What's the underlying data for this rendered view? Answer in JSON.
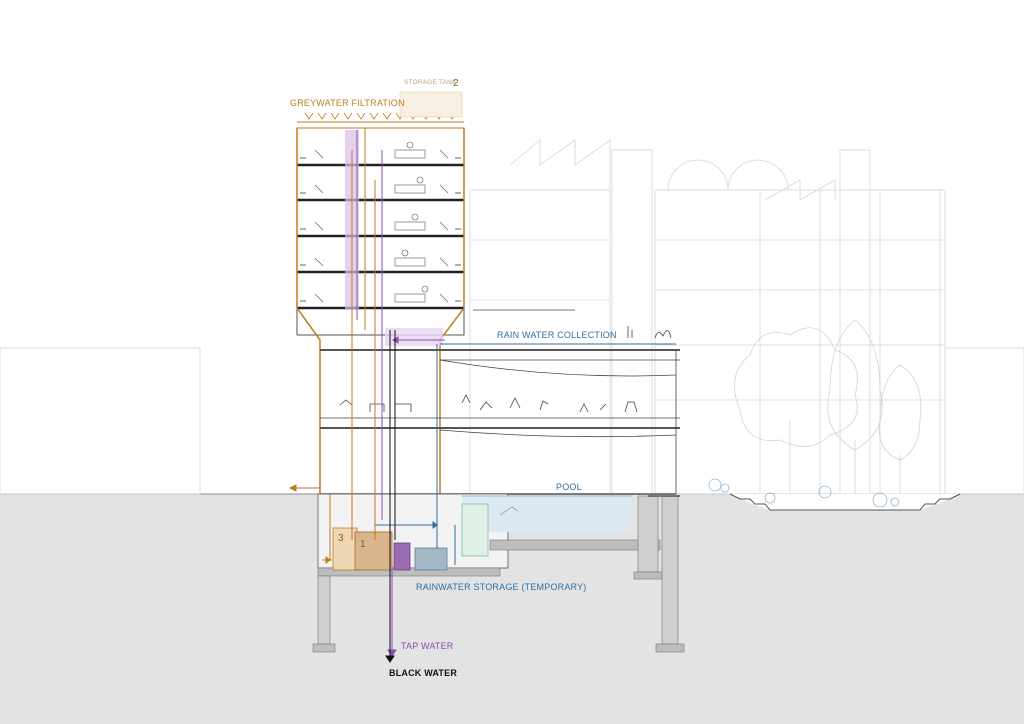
{
  "labels": {
    "storage_tank": "STORAGE TANK",
    "storage_tank_num": "2",
    "greywater_filtration": "GREYWATER FILTRATION",
    "rain_water_collection": "RAIN WATER COLLECTION",
    "pool": "POOL",
    "rainwater_storage": "RAINWATER STORAGE (TEMPORARY)",
    "tap_water": "TAP WATER",
    "black_water": "BLACK WATER",
    "tank_3": "3",
    "tank_1": "1"
  },
  "colors": {
    "greywater": "#c47a1e",
    "rainwater": "#2f6fa3",
    "tapwater": "#8a4fb0",
    "ground": "#e3e3e3",
    "structure": "#a9a9a9",
    "background_buildings": "#d4d4d4"
  }
}
